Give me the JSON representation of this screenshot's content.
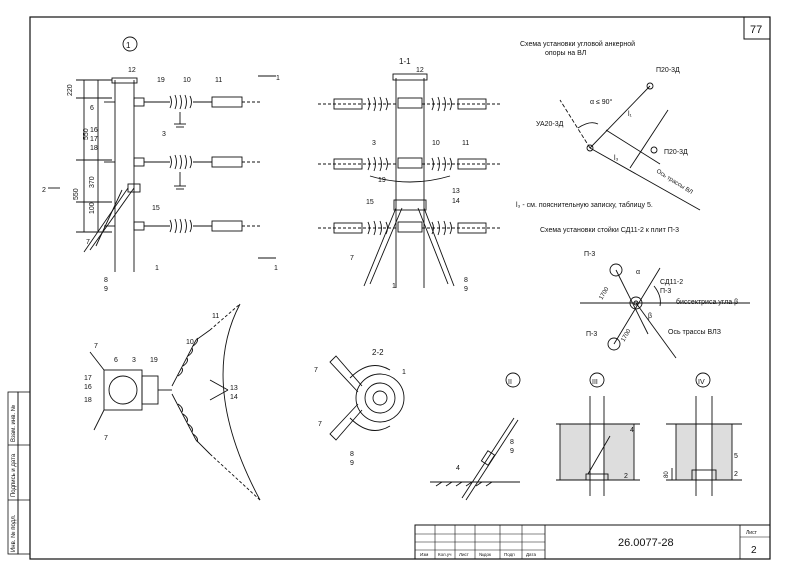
{
  "sheet": {
    "number": "77",
    "code": "26.0077-28",
    "sheet_no": "2",
    "sheet_label": "Лист",
    "stamp_headers": [
      "Изм",
      "Кол.уч",
      "Лист",
      "№док",
      "Подп",
      "Дата"
    ]
  },
  "margin_stamp": [
    "Инв. № подл.",
    "Подпись и дата",
    "Взам. инв. №"
  ],
  "views": {
    "v1": "1",
    "v11": "1-1",
    "v22": "2-2",
    "v2": "II",
    "v3": "III",
    "v4": "IV",
    "sec1": "1",
    "sec2": "2"
  },
  "dims": [
    "220",
    "550",
    "370",
    "550",
    "100"
  ],
  "callouts": {
    "left": [
      "12",
      "19",
      "10",
      "11",
      "6",
      "3",
      "16",
      "17",
      "18",
      "15",
      "7",
      "1",
      "8",
      "9"
    ],
    "mid": [
      "12",
      "3",
      "10",
      "11",
      "19",
      "13",
      "14",
      "15",
      "7",
      "1",
      "8",
      "9"
    ],
    "plan": [
      "11",
      "10",
      "7",
      "6",
      "3",
      "19",
      "17",
      "16",
      "18",
      "7",
      "13",
      "14"
    ],
    "plan22": [
      "1",
      "7",
      "7",
      "8",
      "9"
    ],
    "det2": [
      "4",
      "8",
      "9"
    ],
    "det3": [
      "4",
      "2"
    ],
    "det4": [
      "5",
      "2",
      "80"
    ]
  },
  "scheme1": {
    "title": "Схема установки угловой анкерной",
    "title2": "опоры на ВЛ",
    "p1": "П20-3Д",
    "p2": "П20-3Д",
    "ua": "УА20-3Д",
    "angle": "α ≤ 90°",
    "l1": "l₁",
    "l3": "l₃",
    "axis": "Ось трассы ВЛ",
    "note": "l₃ - см. пояснительную записку, таблицу 5."
  },
  "scheme2": {
    "title": "Схема установки стойки СД11-2 к плит П-3",
    "p3a": "П-3",
    "p3b": "П-3",
    "p3c": "П-3",
    "sd": "СД11-2",
    "bis": "биссектриса угла β",
    "axis": "Ось трассы ВЛЗ",
    "d1": "1700",
    "d2": "1700",
    "a": "α",
    "b": "β"
  }
}
